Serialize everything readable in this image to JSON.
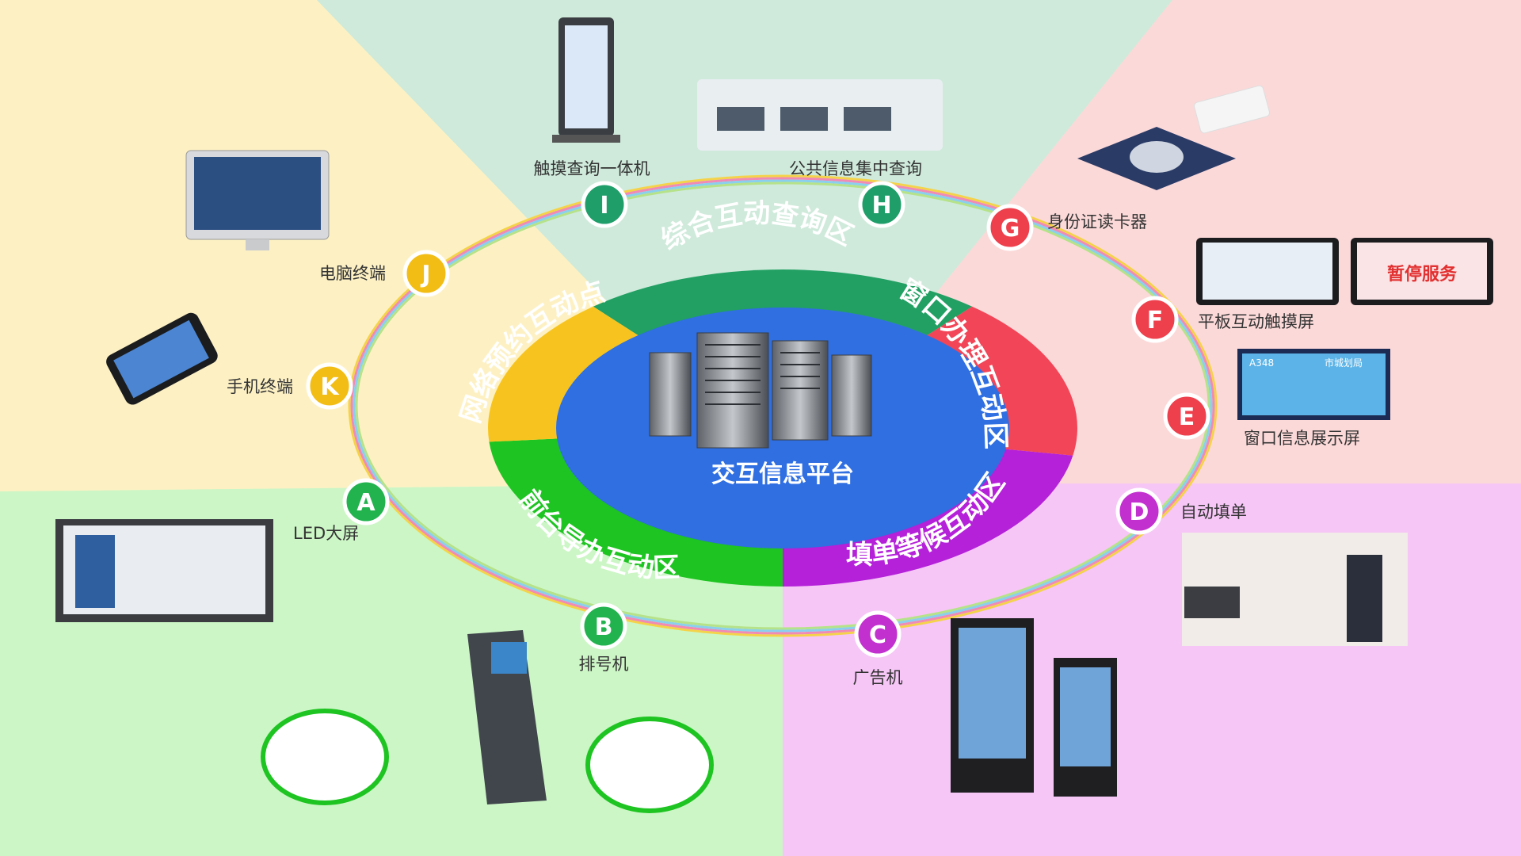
{
  "center": {
    "title": "交互信息平台"
  },
  "zones": [
    {
      "id": "zone-query",
      "label": "综合互动查询区",
      "color": "#22a063"
    },
    {
      "id": "zone-window",
      "label": "窗口办理互动区",
      "color": "#f24557"
    },
    {
      "id": "zone-fill",
      "label": "填单等候互动区",
      "color": "#b421d9"
    },
    {
      "id": "zone-front",
      "label": "前台导办互动区",
      "color": "#1ec421"
    },
    {
      "id": "zone-online",
      "label": "网络预约互动点",
      "color": "#f7c41f"
    }
  ],
  "nodes": [
    {
      "letter": "A",
      "label": "LED大屏",
      "color": "#22b34f"
    },
    {
      "letter": "B",
      "label": "排号机",
      "color": "#22b34f"
    },
    {
      "letter": "C",
      "label": "广告机",
      "color": "#c230cf"
    },
    {
      "letter": "D",
      "label": "自动填单",
      "color": "#c230cf"
    },
    {
      "letter": "E",
      "label": "窗口信息展示屏",
      "color": "#ee3f4c"
    },
    {
      "letter": "F",
      "label": "平板互动触摸屏",
      "color": "#ee3f4c"
    },
    {
      "letter": "G",
      "label": "身份证读卡器",
      "color": "#ee3f4c"
    },
    {
      "letter": "H",
      "label": "公共信息集中查询",
      "color": "#1f9e6a"
    },
    {
      "letter": "I",
      "label": "触摸查询一体机",
      "color": "#1f9e6a"
    },
    {
      "letter": "J",
      "label": "电脑终端",
      "color": "#f2bd14"
    },
    {
      "letter": "K",
      "label": "手机终端",
      "color": "#f2bd14"
    }
  ],
  "screens": {
    "tablet_right": "暂停服务",
    "window_display_code": "A348",
    "window_display_title": "市城划局"
  },
  "backgrounds": {
    "top": "#cfeadb",
    "top_left": "#fdf1c4",
    "top_right": "#fcd9d9",
    "bottom_left": "#ccf6c6",
    "bottom_right": "#f6c6f6"
  }
}
